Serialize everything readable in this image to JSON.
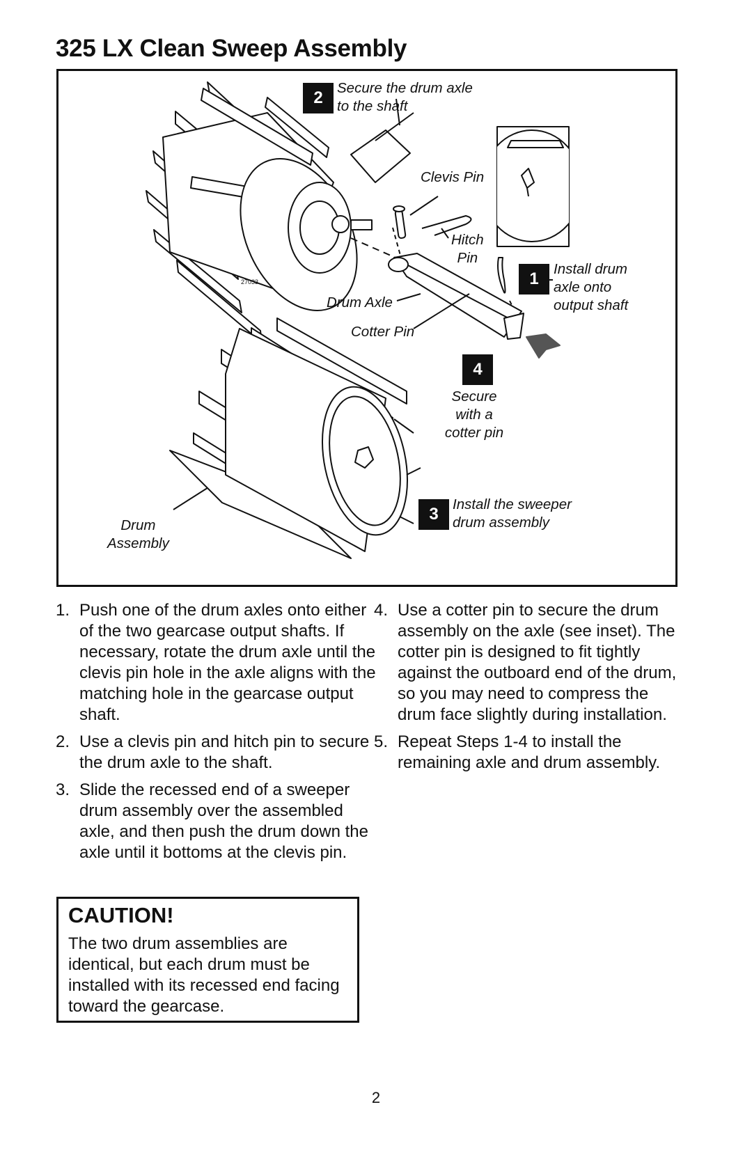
{
  "title": "325 LX Clean Sweep Assembly",
  "figure": {
    "code": "27033",
    "callouts": {
      "step2": "Secure the drum axle\nto the shaft",
      "clevis_pin": "Clevis Pin",
      "hitch_pin": "Hitch\nPin",
      "step1": "Install drum\naxle onto\noutput shaft",
      "drum_axle": "Drum Axle",
      "cotter_pin": "Cotter Pin",
      "step4": "Secure\nwith a\ncotter pin",
      "step3": "Install the sweeper\ndrum assembly",
      "drum_assembly": "Drum\nAssembly"
    },
    "step_numbers": {
      "s1": "1",
      "s2": "2",
      "s3": "3",
      "s4": "4"
    }
  },
  "steps": [
    {
      "num": "1.",
      "text": "Push one of the drum axles onto either of the two gearcase output shafts. If necessary, rotate the drum axle until the clevis pin hole in the axle aligns with the matching hole in the gearcase output shaft."
    },
    {
      "num": "2.",
      "text": "Use a clevis pin and hitch pin to secure the drum axle to the shaft."
    },
    {
      "num": "3.",
      "text": "Slide the recessed end of a sweeper drum assembly over the assembled axle, and then push the drum down the axle until it bottoms at the clevis pin."
    },
    {
      "num": "4.",
      "text": "Use a cotter pin to secure the drum assembly on the axle (see inset). The cotter pin is designed to fit tightly against the outboard end of the drum, so you may need to compress the drum face slightly during installation."
    },
    {
      "num": "5.",
      "text": "Repeat Steps 1-4 to install the remaining axle and drum assembly."
    }
  ],
  "caution": {
    "heading": "CAUTION!",
    "text": "The two drum assemblies are identical, but each drum must be installed with its recessed end facing toward the gearcase."
  },
  "page_number": "2"
}
